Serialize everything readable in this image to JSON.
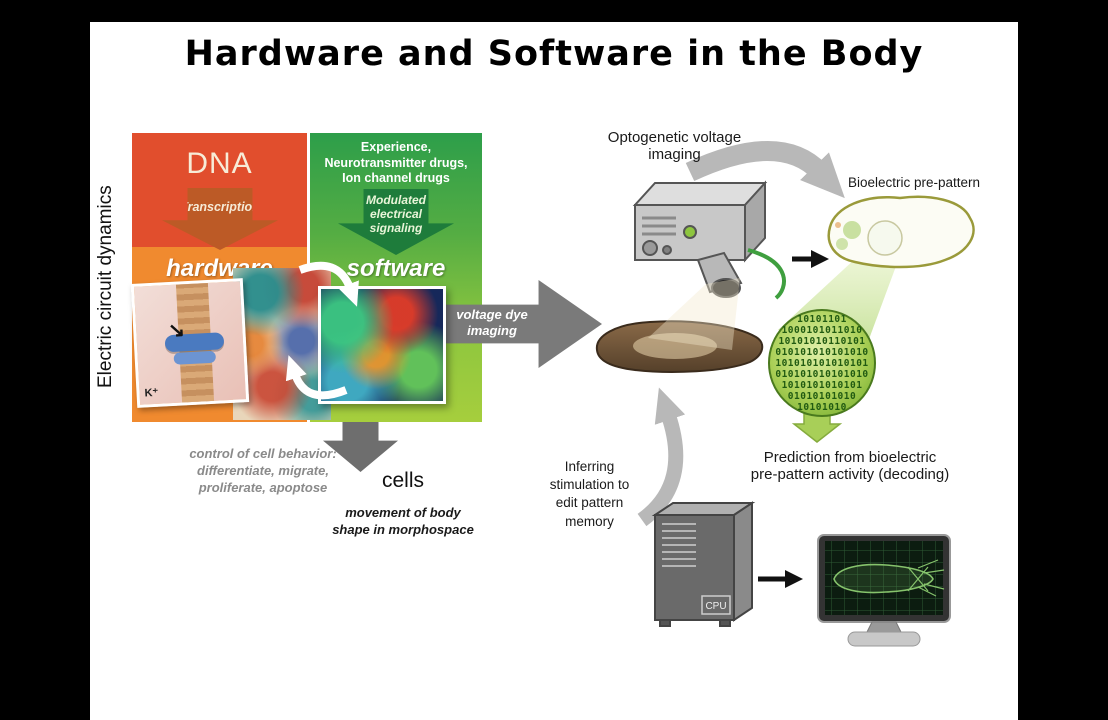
{
  "slide": {
    "title": "Hardware and Software in the Body",
    "axis_label": "Electric circuit dynamics"
  },
  "hardware_panel": {
    "dna_label": "DNA",
    "transcription_label": "Transcription",
    "hardware_label": "hardware",
    "ion_label": "K⁺"
  },
  "software_panel": {
    "inputs_label": "Experience,\nNeurotransmitter drugs,\nIon channel drugs",
    "arrow_label": "Modulated\nelectrical\nsignaling",
    "software_label": "software"
  },
  "flow": {
    "voltage_dye_label": "voltage dye\nimaging",
    "control_text": "control of cell behavior:\ndifferentiate, migrate,\nproliferate, apoptose",
    "cells_label": "cells",
    "morphospace_text": "movement of body\nshape in morphospace"
  },
  "right": {
    "optogenetic_label": "Optogenetic voltage\nimaging",
    "bioelectric_label": "Bioelectric pre-pattern",
    "binary_text": "10101101\n1000101011010\n10101010110101\n010101010101010\n101010101010101\n010101010101010\n1010101010101\n01010101010\n10101010",
    "prediction_label": "Prediction from bioelectric\npre-pattern activity (decoding)",
    "inferring_label": "Inferring\nstimulation to\nedit pattern\nmemory",
    "cpu_label": "CPU"
  },
  "colors": {
    "dna_red": "#e14e2d",
    "hardware_orange": "#f08a2f",
    "software_green_dark": "#2d9e4a",
    "software_green_light": "#a6ce3d",
    "arrow_gray": "#7a7a7a",
    "light_arrow_gray": "#b8b8b8",
    "binary_green": "#86b83c",
    "worm_brown": "#7a5a3f"
  }
}
